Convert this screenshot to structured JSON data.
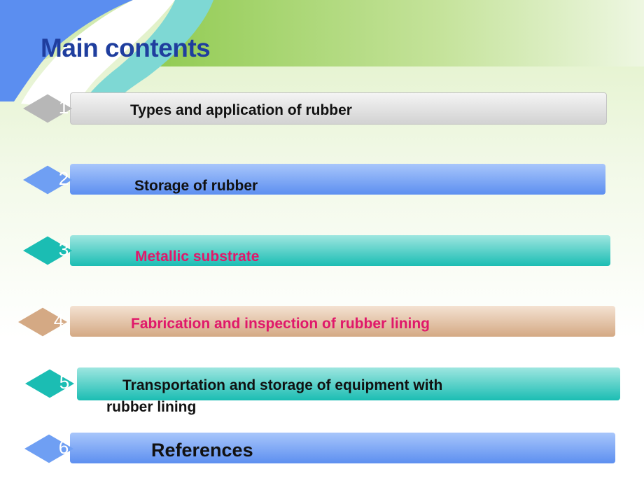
{
  "slide": {
    "title": "Main contents",
    "items": [
      {
        "number": "1",
        "text": "Types and application of rubber",
        "color": "#b7b7b7",
        "text_color": "#111111"
      },
      {
        "number": "2",
        "text": "Storage of rubber",
        "color": "#6f9ff3",
        "text_color": "#111111"
      },
      {
        "number": "3",
        "text": "Metallic substrate",
        "color": "#1bbdb3",
        "text_color": "#e0186a"
      },
      {
        "number": "4",
        "text": "Fabrication and inspection of rubber lining",
        "color": "#d4a984",
        "text_color": "#e0186a"
      },
      {
        "number": "5",
        "text": "Transportation and storage of equipment  with",
        "text_line2": "rubber lining",
        "color": "#1bbdb3",
        "text_color": "#111111"
      },
      {
        "number": "6",
        "text": "References",
        "color": "#6f9ff3",
        "text_color": "#111111"
      }
    ]
  },
  "colors": {
    "title": "#1f3e9e",
    "accent_green": "#a9d66a",
    "accent_blue": "#5b8ef0",
    "accent_teal": "#7ed8d4"
  }
}
